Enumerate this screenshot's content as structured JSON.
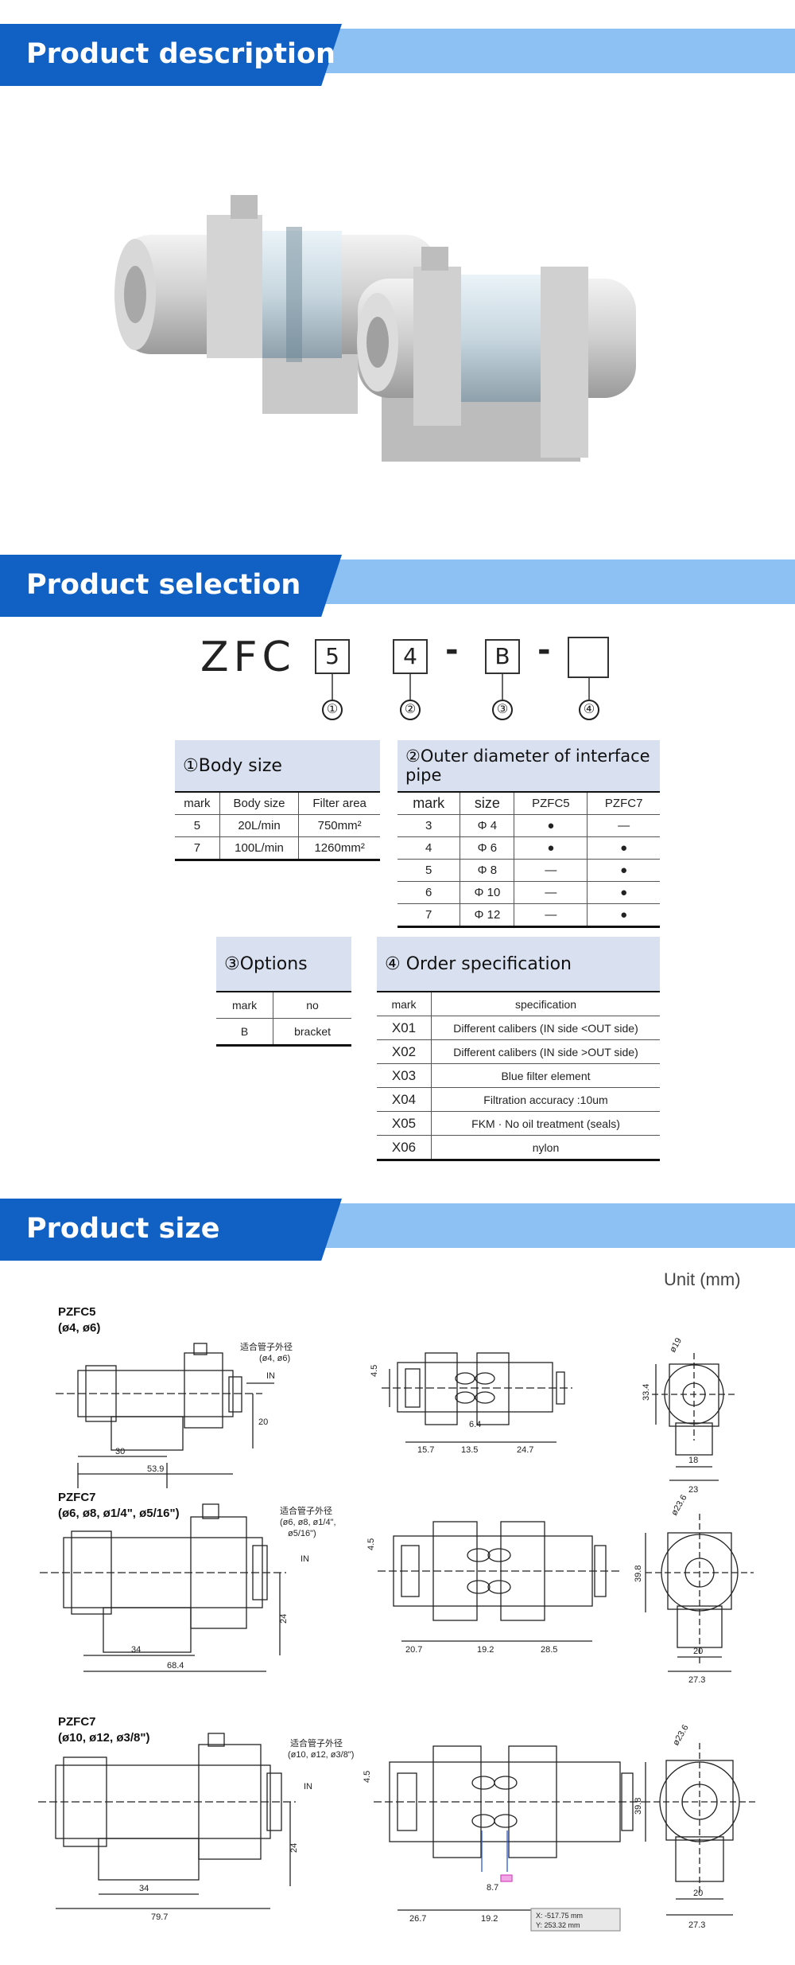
{
  "sections": {
    "description": "Product description",
    "selection": "Product selection",
    "size": "Product size"
  },
  "model": {
    "prefix": "ZFC",
    "boxes": [
      "5",
      "4",
      "B",
      ""
    ],
    "separators": [
      "-",
      "-"
    ],
    "circles": [
      "①",
      "②",
      "③",
      "④"
    ]
  },
  "body_size": {
    "title": "①Body size",
    "headers": [
      "mark",
      "Body size",
      "Filter area"
    ],
    "rows": [
      [
        "5",
        "20L/min",
        "750mm²"
      ],
      [
        "7",
        "100L/min",
        "1260mm²"
      ]
    ]
  },
  "pipe": {
    "title": "②Outer diameter of interface pipe",
    "headers": [
      "mark",
      "size",
      "PZFC5",
      "PZFC7"
    ],
    "rows": [
      [
        "3",
        "Φ 4",
        "●",
        "—"
      ],
      [
        "4",
        "Φ 6",
        "●",
        "●"
      ],
      [
        "5",
        "Φ 8",
        "—",
        "●"
      ],
      [
        "6",
        "Φ 10",
        "—",
        "●"
      ],
      [
        "7",
        "Φ 12",
        "—",
        "●"
      ]
    ]
  },
  "options": {
    "title": "③Options",
    "headers": [
      "mark",
      "no"
    ],
    "rows": [
      [
        "B",
        "bracket"
      ]
    ]
  },
  "order": {
    "title": "④ Order specification",
    "headers": [
      "mark",
      "specification"
    ],
    "rows": [
      [
        "X01",
        "Different calibers (IN side <OUT side)"
      ],
      [
        "X02",
        "Different calibers (IN side >OUT side)"
      ],
      [
        "X03",
        "Blue filter element"
      ],
      [
        "X04",
        "Filtration accuracy :10um"
      ],
      [
        "X05",
        "FKM · No oil treatment (seals)"
      ],
      [
        "X06",
        "nylon"
      ]
    ]
  },
  "size": {
    "unit": "Unit (mm)",
    "pzfc5": {
      "name": "PZFC5",
      "sizes": "(ø4, ø6)",
      "note": "适合管子外径",
      "note2": "(ø4, ø6)",
      "in": "IN",
      "dims": [
        "20",
        "30",
        "53.9",
        "4.5",
        "6.4",
        "15.7",
        "13.5",
        "24.7",
        "33.4",
        "ø19",
        "18",
        "23"
      ]
    },
    "pzfc7a": {
      "name": "PZFC7",
      "sizes": "(ø6, ø8, ø1/4\", ø5/16\")",
      "note": "适合管子外径",
      "note2": "(ø6, ø8, ø1/4\",",
      "note3": "ø5/16\")",
      "in": "IN",
      "dims": [
        "24",
        "34",
        "68.4",
        "4.5",
        "20.7",
        "19.2",
        "28.5",
        "39.8",
        "ø23.6",
        "20",
        "27.3"
      ]
    },
    "pzfc7b": {
      "name": "PZFC7",
      "sizes": "(ø10, ø12, ø3/8\")",
      "note": "适合管子外径",
      "note2": "(ø10, ø12, ø3/8\")",
      "in": "IN",
      "dims": [
        "24",
        "34",
        "79.7",
        "4.5",
        "8.7",
        "26.7",
        "19.2",
        "39.8",
        "ø23.6",
        "20",
        "27.3"
      ],
      "tooltip": [
        "X: -517.75 mm",
        "Y: 253.32 mm"
      ]
    }
  }
}
